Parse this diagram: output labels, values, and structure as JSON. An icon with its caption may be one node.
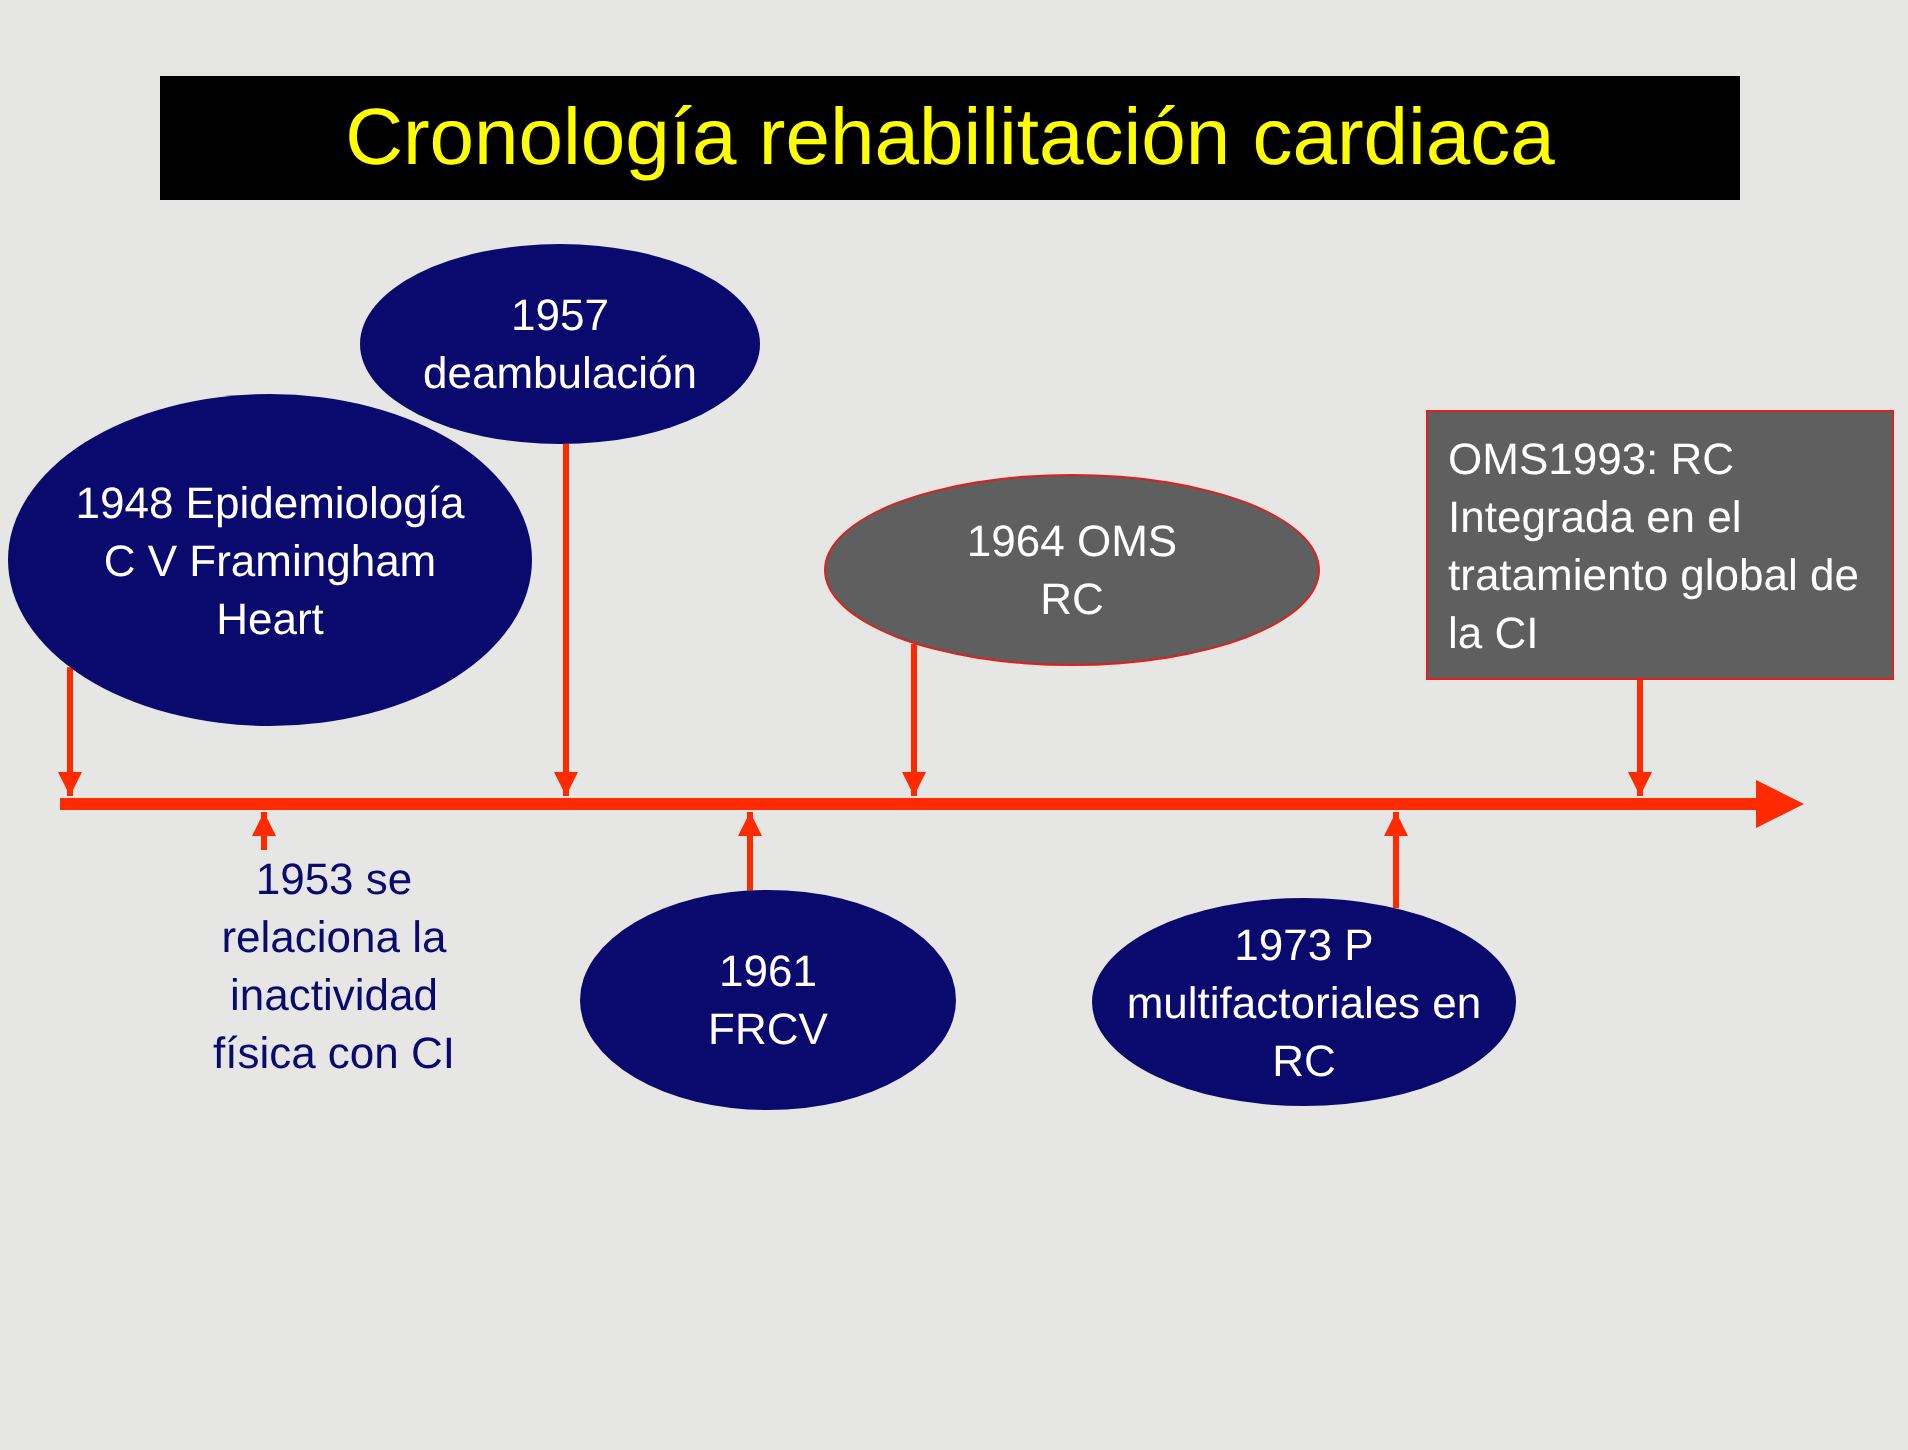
{
  "diagram": {
    "title": "Cronología rehabilitación cardiaca",
    "nodes": [
      {
        "text": [
          "1957 deambulación"
        ]
      },
      {
        "text": [
          "1948 Epidemiología C V Framingham Heart"
        ]
      },
      {
        "text": [
          "OMS1993: RC Integrada en el tratamiento global de la CI"
        ]
      },
      {
        "text": [
          "1964 OMS RC"
        ]
      },
      {
        "text": [],
        "shape": "bar"
      },
      {
        "text": [
          "1953 se relaciona la inactividad física con CI"
        ]
      },
      {
        "text": [
          "1961 FRCV"
        ]
      },
      {
        "text": [
          "1973 P multifactoriales en RC"
        ]
      }
    ],
    "edges": [
      {
        "from": 1,
        "to": 4,
        "arrow": "to"
      },
      {
        "from": 0,
        "to": 4,
        "arrow": "to"
      },
      {
        "from": 3,
        "to": 4,
        "arrow": "to"
      },
      {
        "from": 2,
        "to": 4,
        "arrow": "to"
      },
      {
        "from": 5,
        "to": 4,
        "arrow": "to"
      },
      {
        "from": 6,
        "to": 4,
        "arrow": "to"
      },
      {
        "from": 7,
        "to": 4,
        "arrow": "to"
      }
    ]
  }
}
